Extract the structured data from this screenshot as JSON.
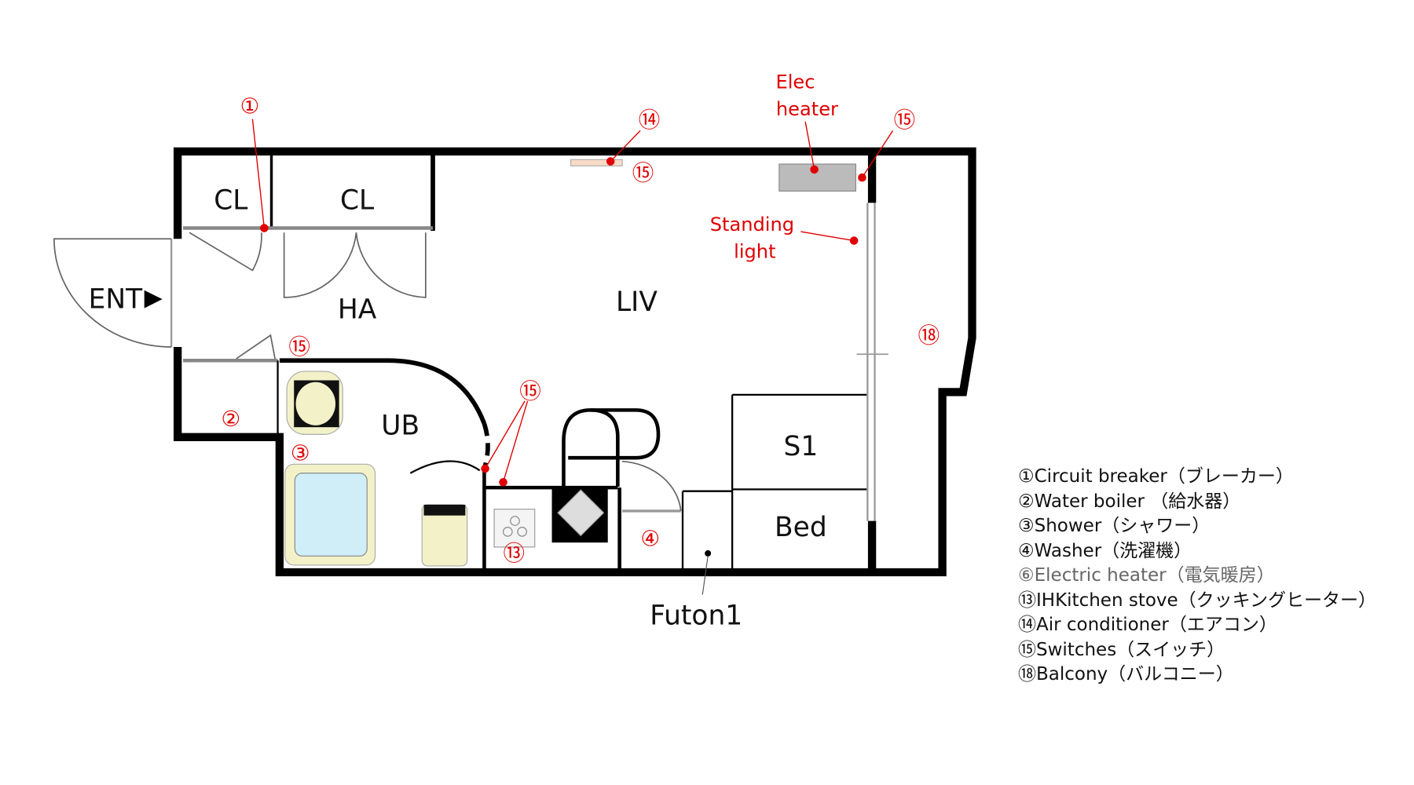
{
  "rooms": {
    "cl1": "CL",
    "cl2": "CL",
    "ha": "HA",
    "liv": "LIV",
    "ub": "UB",
    "ent": "ENT",
    "s1": "S1",
    "bed": "Bed",
    "futon": "Futon1"
  },
  "annotations": {
    "elec_heater_1": "Elec",
    "elec_heater_2": "heater",
    "standing_light_1": "Standing",
    "standing_light_2": "light"
  },
  "markers": {
    "m1": "①",
    "m2": "②",
    "m3": "③",
    "m4": "④",
    "m13": "⑬",
    "m14": "⑭",
    "m15a": "⑮",
    "m15b": "⑮",
    "m15c": "⑮",
    "m15d": "⑮",
    "m18": "⑱"
  },
  "legend": [
    "①Circuit breaker（ブレーカー）",
    "②Water boiler （給水器）",
    "③Shower（シャワー）",
    "④Washer（洗濯機）",
    "⑥Electric heater（電気暖房）",
    "⑬IHKitchen stove（クッキングヒーター）",
    "⑭Air conditioner（エアコン）",
    "⑮Switches（スイッチ）",
    "⑱Balcony（バルコニー）"
  ],
  "colors": {
    "wall": "#000000",
    "annotation": "#e00000",
    "heater": "#bbbbbb",
    "bath": "#cfeef8"
  }
}
